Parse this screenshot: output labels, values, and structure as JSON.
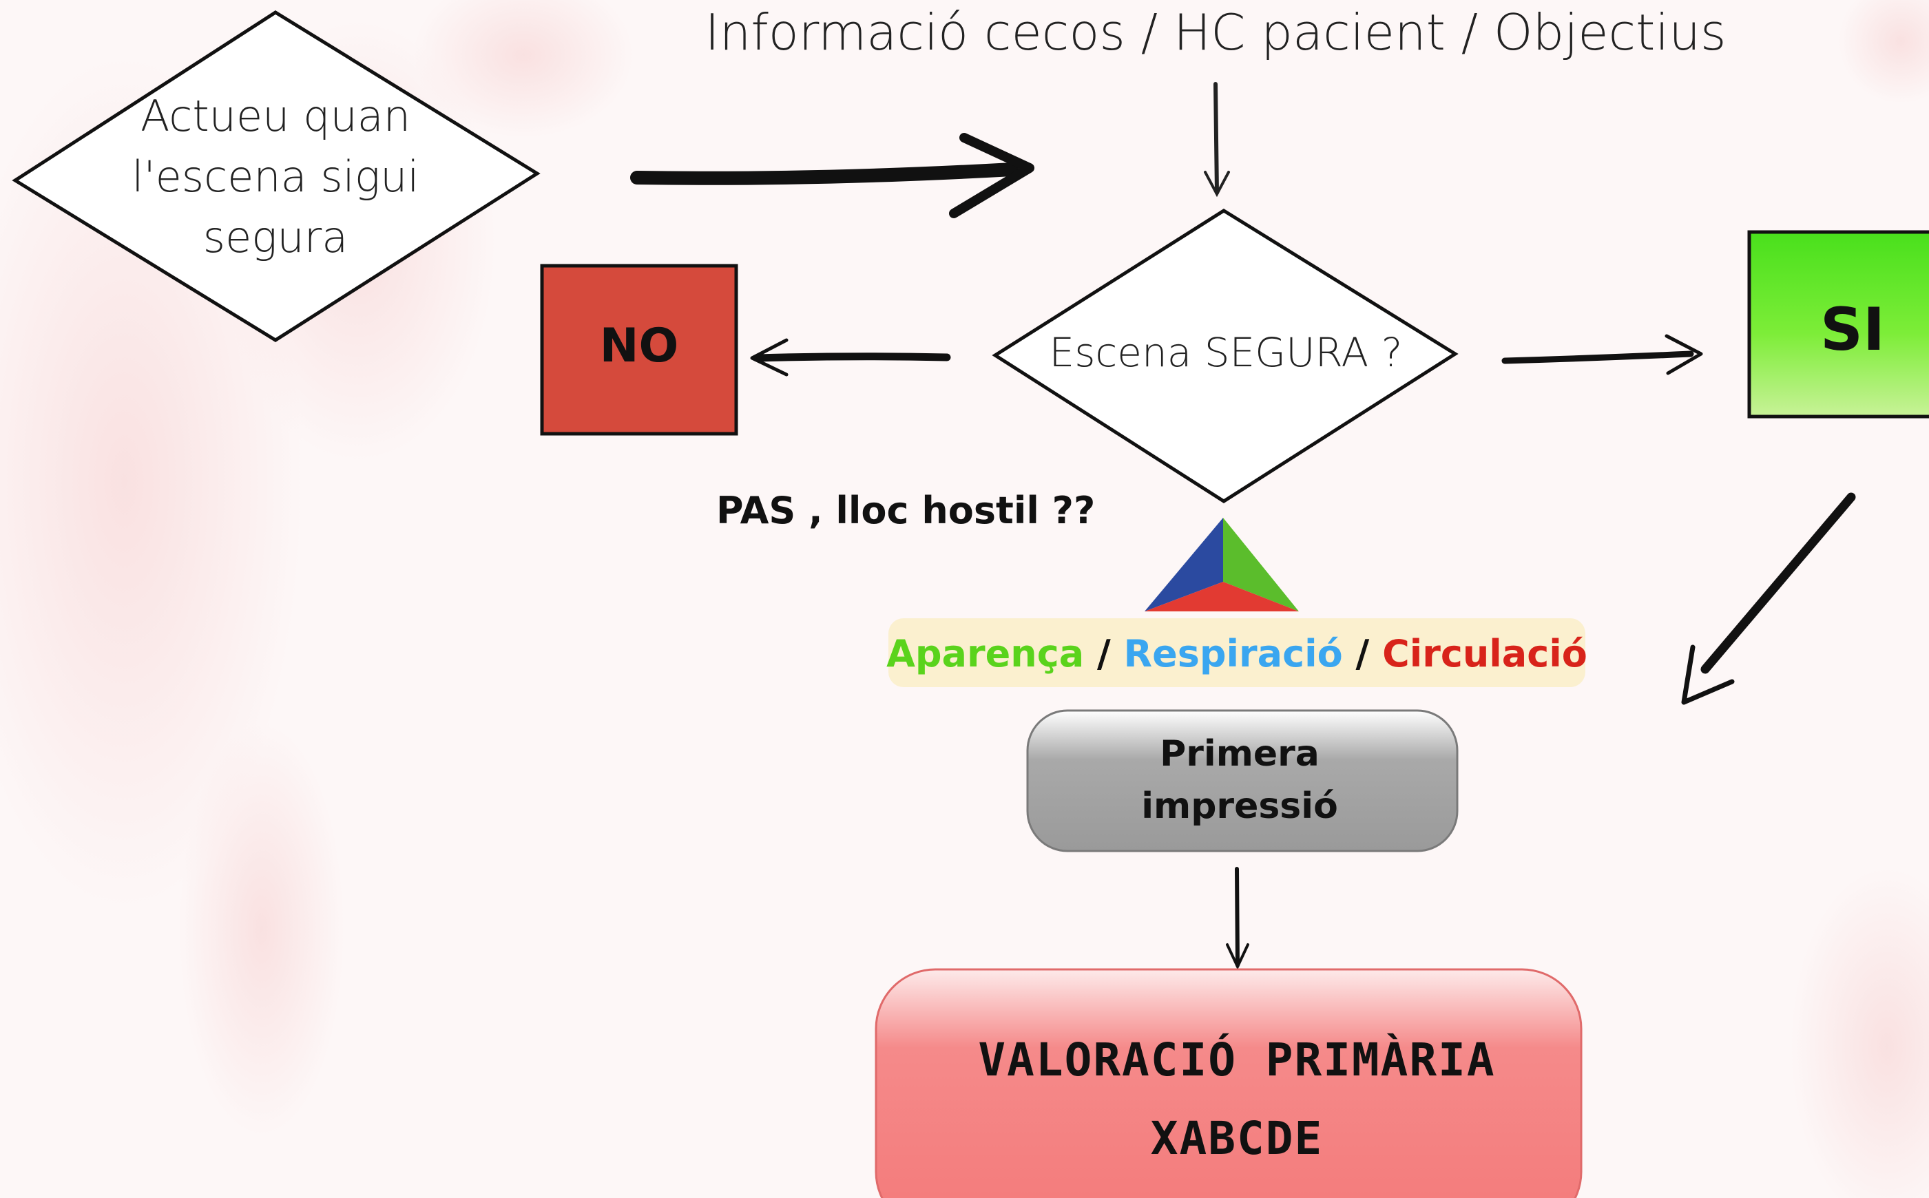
{
  "diagram": {
    "top_info": "Informació cecos / HC pacient / Objectius",
    "left_decision_lines": [
      "Actueu quan",
      "l'escena sigui",
      "segura"
    ],
    "main_decision": "Escena SEGURA ?",
    "no_box": "NO",
    "si_box": "SI",
    "hostile_note": "PAS , lloc hostil ??",
    "triangle_labels": {
      "appearance": "Aparença",
      "respiration": "Respiració",
      "circulation": "Circulació",
      "separator": "/"
    },
    "first_impression_lines": [
      "Primera",
      "impressió"
    ],
    "primary_assessment_lines": [
      "VALORACIÓ PRIMÀRIA",
      "XABCDE"
    ]
  },
  "colors": {
    "no_box": "#d54a3c",
    "si_box_top": "#7cf05a",
    "si_box_bottom": "#c4f28f",
    "appearance": "#5ad31c",
    "respiration": "#3aa6f0",
    "circulation": "#d8231a",
    "pill_bg": "#fbf0cf",
    "first_impression_bg": "#a3a3a3",
    "primary_assessment_bg": "#f47c7c",
    "triangle_blue": "#2b4aa0",
    "triangle_green": "#5bbd2c",
    "triangle_red": "#e23a32"
  }
}
